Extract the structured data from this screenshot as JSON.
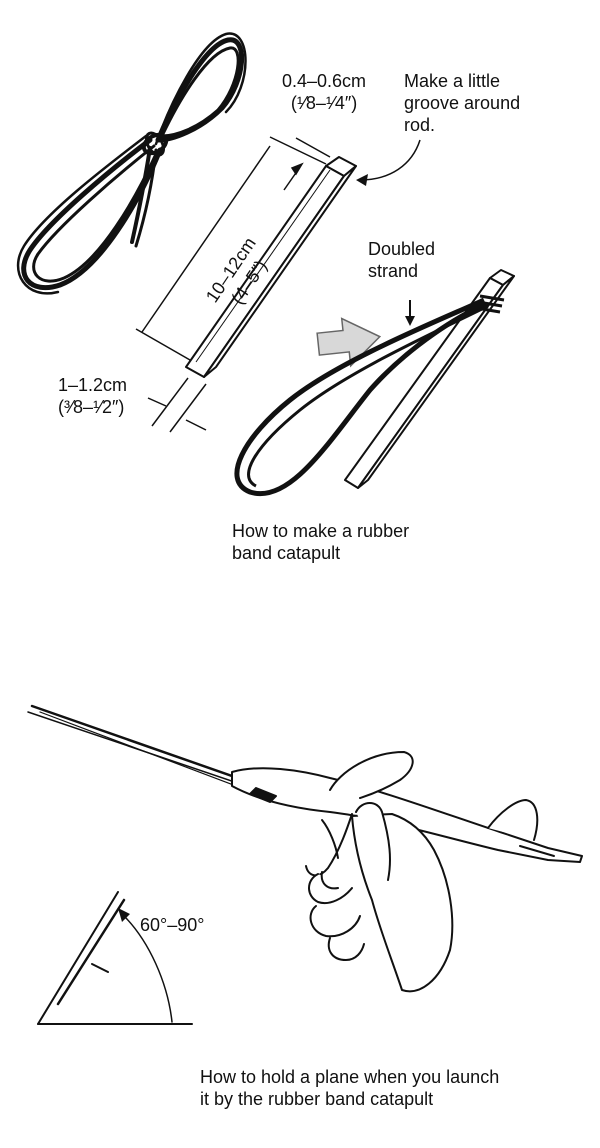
{
  "rod": {
    "thickness": {
      "metric": "0.4–0.6cm",
      "imperial": "(¹⁄8–¹⁄4″)"
    },
    "length": {
      "metric": "10–12cm",
      "imperial": "(4–5″)"
    },
    "width": {
      "metric": "1–1.2cm",
      "imperial": "(³⁄8–¹⁄2″)"
    },
    "groove_note": [
      "Make a little",
      "groove around",
      "rod."
    ]
  },
  "strand_note": [
    "Doubled",
    "strand"
  ],
  "captions": {
    "catapult": [
      "How to make a rubber",
      "band catapult"
    ],
    "launch": [
      "How to hold a plane when you launch",
      "it by the rubber band catapult"
    ]
  },
  "angle_label": "60°–90°"
}
